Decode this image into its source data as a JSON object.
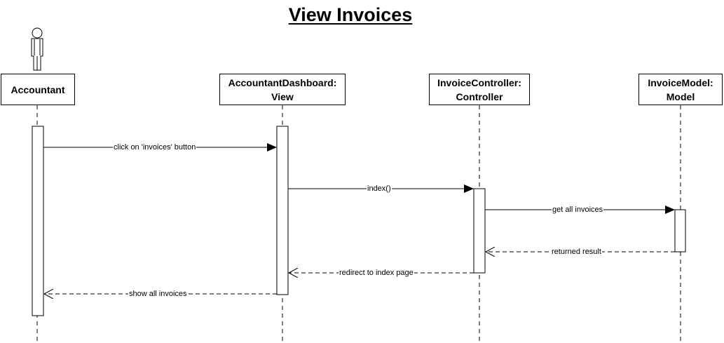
{
  "title": "View Invoices",
  "participants": [
    {
      "id": "accountant",
      "line1": "Accountant",
      "line2": ""
    },
    {
      "id": "dashboard",
      "line1": "AccountantDashboard:",
      "line2": "View"
    },
    {
      "id": "controller",
      "line1": "InvoiceController:",
      "line2": "Controller"
    },
    {
      "id": "model",
      "line1": "InvoiceModel:",
      "line2": "Model"
    }
  ],
  "messages": [
    {
      "from": "accountant",
      "to": "dashboard",
      "label": "click on 'invoices' button",
      "style": "sync"
    },
    {
      "from": "dashboard",
      "to": "controller",
      "label": "index()",
      "style": "sync"
    },
    {
      "from": "controller",
      "to": "model",
      "label": "get all invoices",
      "style": "sync"
    },
    {
      "from": "model",
      "to": "controller",
      "label": "returned result",
      "style": "return"
    },
    {
      "from": "controller",
      "to": "dashboard",
      "label": "redirect to index page",
      "style": "return"
    },
    {
      "from": "dashboard",
      "to": "accountant",
      "label": "show all invoices",
      "style": "return"
    }
  ]
}
